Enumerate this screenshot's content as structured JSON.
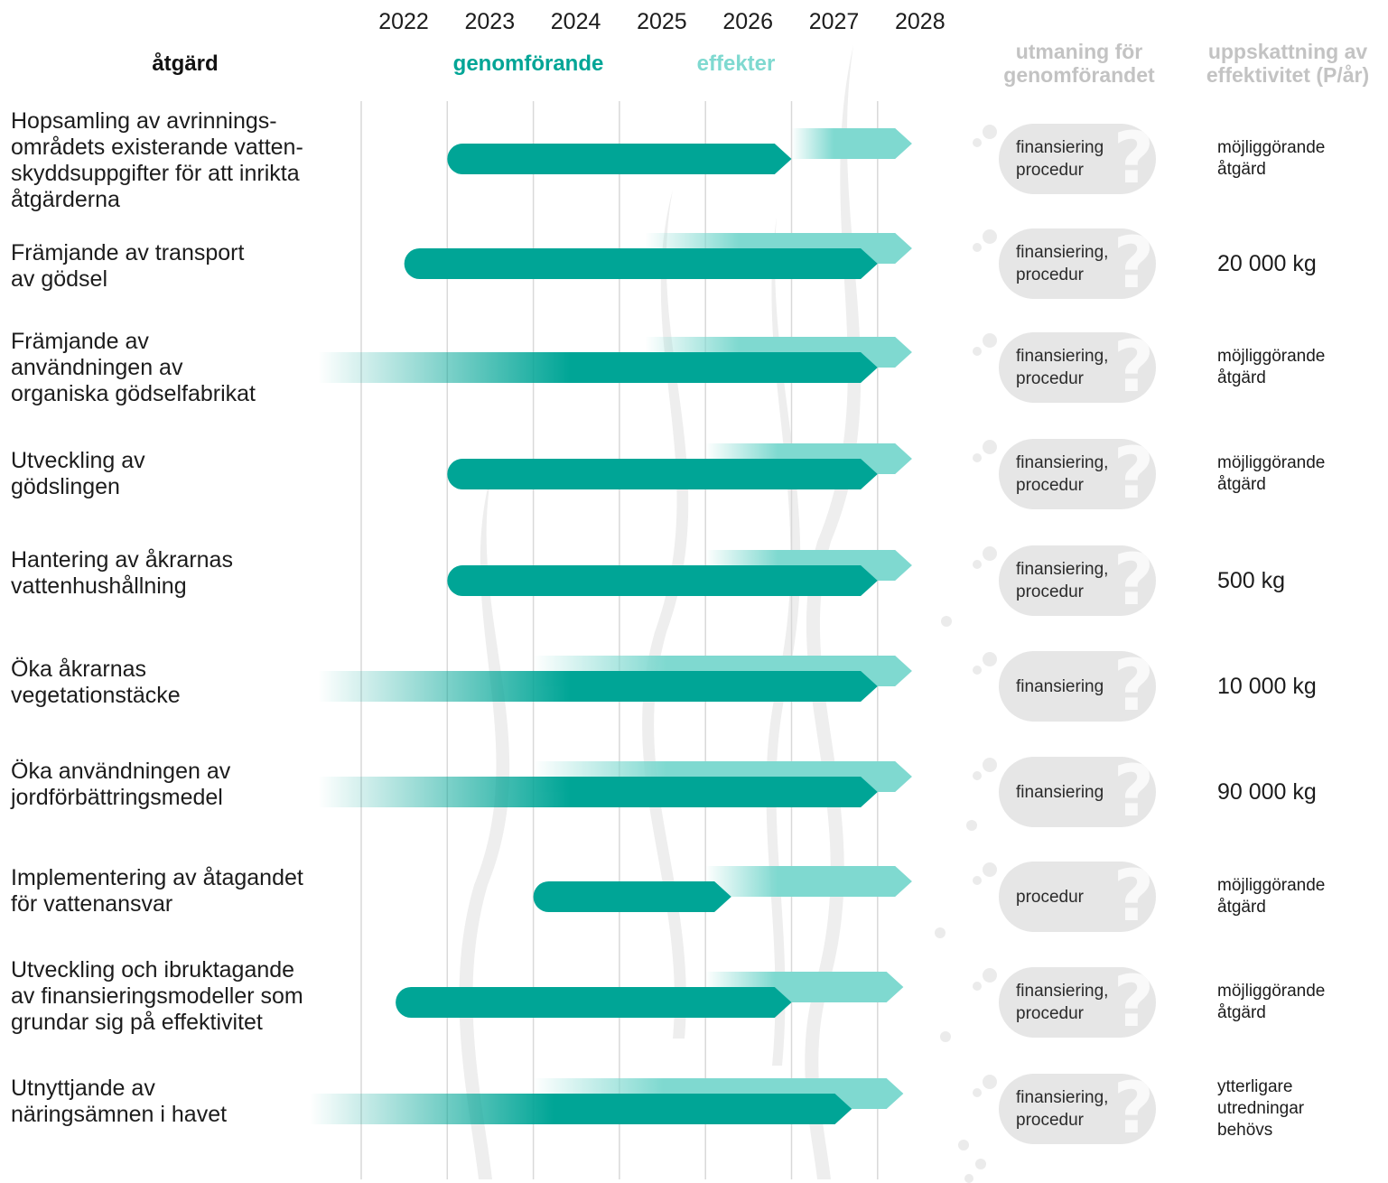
{
  "colors": {
    "implementation": "#00a596",
    "effect": "#7fd9d0",
    "gridline": "#d9d9d9",
    "pill": "#e6e6e6",
    "header_muted": "#c3c3c3"
  },
  "headers": {
    "measure": "åtgärd",
    "implementation": "genomförande",
    "effects": "effekter",
    "challenge": "utmaning för\ngenomförandet",
    "efficiency": "uppskattning av\neffektivitet (P/år)"
  },
  "chart_data": {
    "type": "gantt",
    "x_ticks": [
      "2022",
      "2023",
      "2024",
      "2025",
      "2026",
      "2027",
      "2028"
    ],
    "rows": [
      {
        "label": "Hopsamling av avrinnings-\nområdets existerande vatten-\nskyddsuppgifter för att inrikta\nåtgärderna",
        "impl_start": 2023.0,
        "impl_end": 2027.0,
        "impl_fade_in": false,
        "effect_start": 2027.0,
        "effect_end": 2028.4,
        "challenge": "finansiering\nprocedur",
        "efficiency": "möjliggörande\nåtgärd"
      },
      {
        "label": "Främjande av transport\nav gödsel",
        "impl_start": 2022.5,
        "impl_end": 2028.0,
        "impl_fade_in": false,
        "effect_start": 2025.3,
        "effect_end": 2028.4,
        "challenge": "finansiering,\nprocedur",
        "efficiency": "20 000 kg"
      },
      {
        "label": "Främjande av\nanvändningen av\norganiska gödselfabrikat",
        "impl_start": 2021.5,
        "impl_end": 2028.0,
        "impl_fade_in": true,
        "effect_start": 2025.3,
        "effect_end": 2028.4,
        "challenge": "finansiering,\nprocedur",
        "efficiency": "möjliggörande\nåtgärd"
      },
      {
        "label": "Utveckling av\ngödslingen",
        "impl_start": 2023.0,
        "impl_end": 2028.0,
        "impl_fade_in": false,
        "effect_start": 2026.0,
        "effect_end": 2028.4,
        "challenge": "finansiering,\nprocedur",
        "efficiency": "möjliggörande\nåtgärd"
      },
      {
        "label": "Hantering av åkrarnas\nvattenhushållning",
        "impl_start": 2023.0,
        "impl_end": 2028.0,
        "impl_fade_in": false,
        "effect_start": 2026.0,
        "effect_end": 2028.4,
        "challenge": "finansiering,\nprocedur",
        "efficiency": "500 kg"
      },
      {
        "label": "Öka åkrarnas\nvegetationstäcke",
        "impl_start": 2021.5,
        "impl_end": 2028.0,
        "impl_fade_in": true,
        "effect_start": 2024.0,
        "effect_end": 2028.4,
        "challenge": "finansiering",
        "efficiency": "10 000 kg"
      },
      {
        "label": "Öka användningen av\njordförbättringsmedel",
        "impl_start": 2021.5,
        "impl_end": 2028.0,
        "impl_fade_in": true,
        "effect_start": 2024.0,
        "effect_end": 2028.4,
        "challenge": "finansiering",
        "efficiency": "90 000 kg"
      },
      {
        "label": "Implementering av åtagandet\nför vattenansvar",
        "impl_start": 2024.0,
        "impl_end": 2026.3,
        "impl_fade_in": false,
        "effect_start": 2026.0,
        "effect_end": 2028.4,
        "challenge": "procedur",
        "efficiency": "möjliggörande\nåtgärd"
      },
      {
        "label": "Utveckling och ibruktagande\nav finansieringsmodeller som\ngrundar sig på effektivitet",
        "impl_start": 2022.4,
        "impl_end": 2027.0,
        "impl_fade_in": false,
        "effect_start": 2026.0,
        "effect_end": 2028.3,
        "challenge": "finansiering,\nprocedur",
        "efficiency": "möjliggörande\nåtgärd"
      },
      {
        "label": "Utnyttjande av\nnäringsämnen i havet",
        "impl_start": 2021.4,
        "impl_end": 2027.7,
        "impl_fade_in": true,
        "effect_start": 2024.0,
        "effect_end": 2028.3,
        "challenge": "finansiering,\nprocedur",
        "efficiency": "ytterligare\nutredningar\nbehövs"
      }
    ]
  }
}
